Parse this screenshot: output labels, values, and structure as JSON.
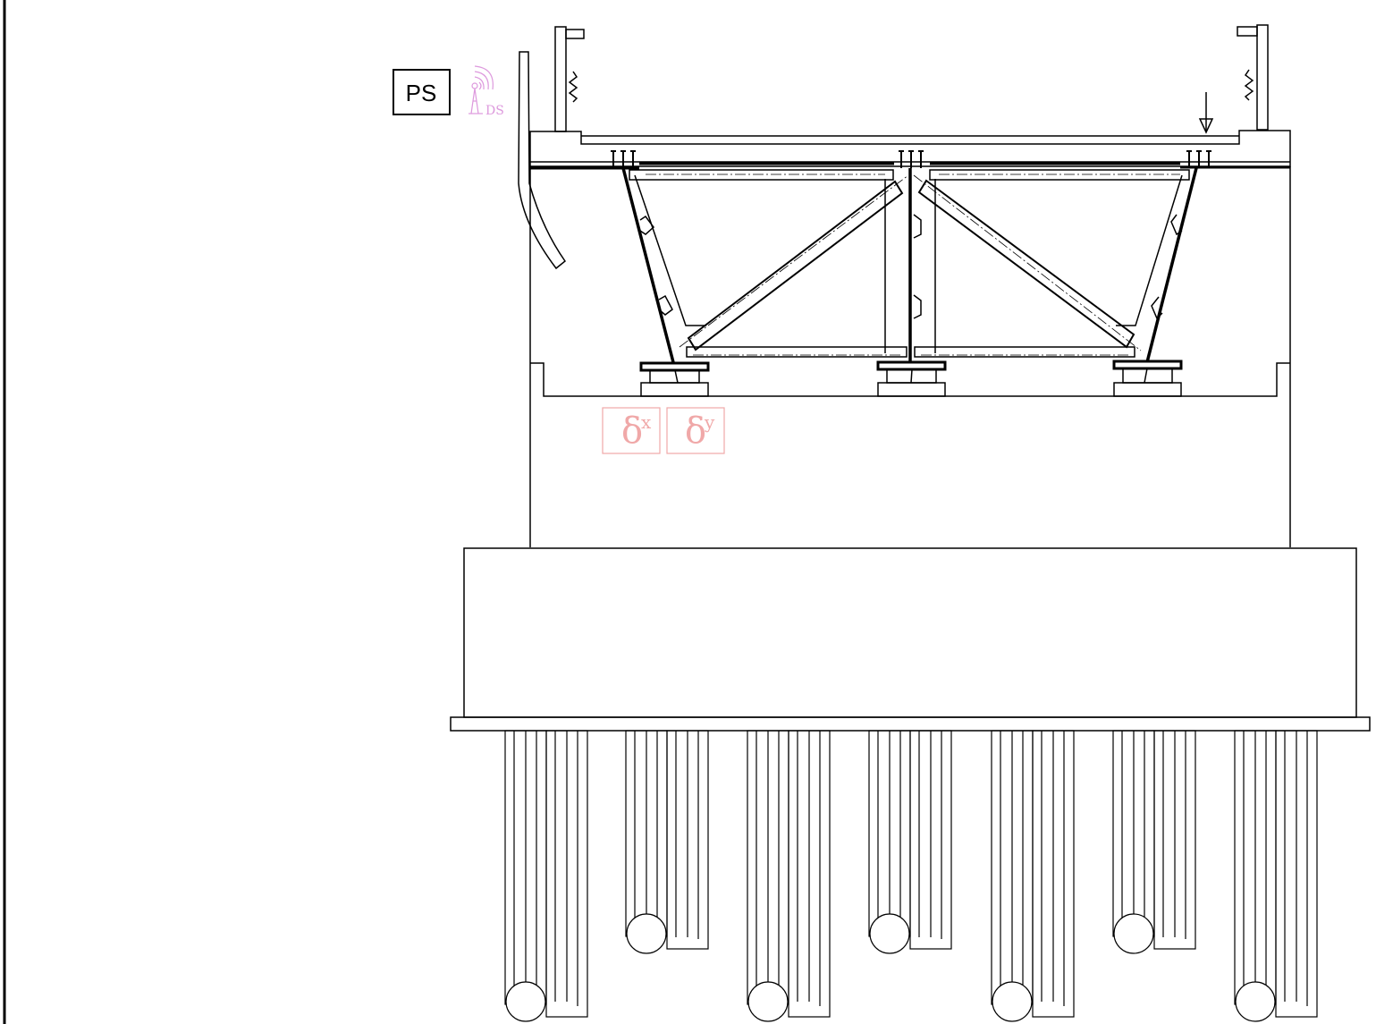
{
  "labels": {
    "ps": "PS",
    "ds": "DS",
    "delta": "δ",
    "delta_x_sup": "x",
    "delta_y_sup": "y"
  },
  "colors": {
    "line": "#000000",
    "delta": "#f0a8a8",
    "sensor": "#dd99dd",
    "background": "#ffffff"
  },
  "icons": {
    "sensor": "antenna-sensor-icon",
    "load": "down-arrow-icon",
    "spring": "spring-icon"
  }
}
